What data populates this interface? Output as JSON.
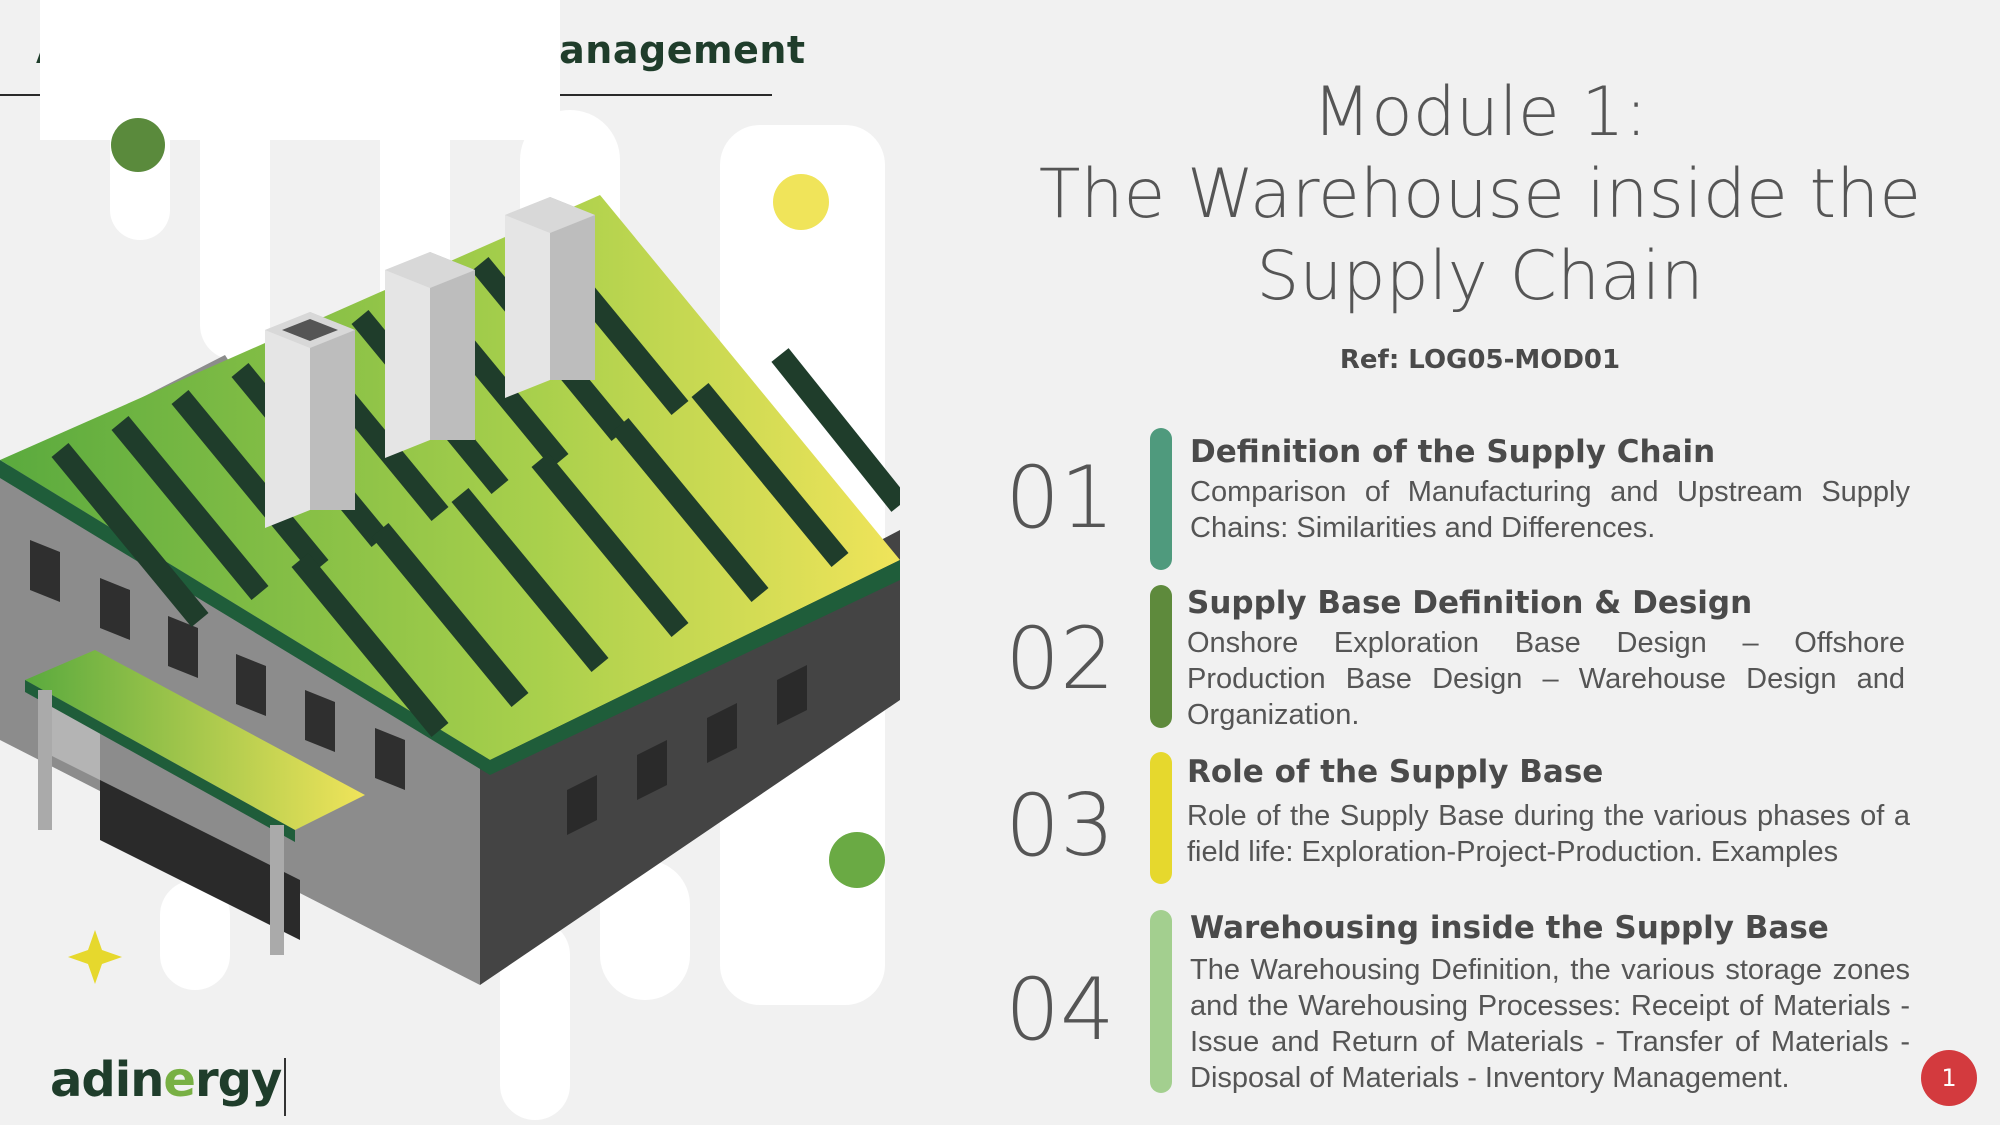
{
  "header": {
    "course_title": "Advanced Warehouse Management"
  },
  "module": {
    "title_line1": "Module 1:",
    "title_line2": "The Warehouse inside the",
    "title_line3": "Supply Chain",
    "ref": "Ref: LOG05-MOD01"
  },
  "items": [
    {
      "number": "01",
      "heading": "Definition of the Supply Chain",
      "description": "Comparison of Manufacturing and Upstream Supply Chains: Similarities and Differences.",
      "color": "#4f9a7d"
    },
    {
      "number": "02",
      "heading": "Supply Base Definition & Design",
      "description": "Onshore Exploration Base Design – Offshore Production Base Design – Warehouse Design and Organization.",
      "color": "#5e8a3c"
    },
    {
      "number": "03",
      "heading": "Role of the Supply Base",
      "description": "Role of the Supply Base during the various phases of a field life: Exploration-Project-Production. Examples",
      "color": "#e6d82d"
    },
    {
      "number": "04",
      "heading": "Warehousing inside the Supply Base",
      "description": "The Warehousing Definition, the various storage zones and the Warehousing Processes: Receipt of Materials - Issue and Return of Materials - Transfer of Materials - Disposal of Materials - Inventory Management.",
      "color": "#a3cf8f"
    }
  ],
  "footer": {
    "logo_part1": "adi",
    "logo_part2": "n",
    "logo_part3": "e",
    "logo_part4": "rgy",
    "page_number": "1"
  }
}
